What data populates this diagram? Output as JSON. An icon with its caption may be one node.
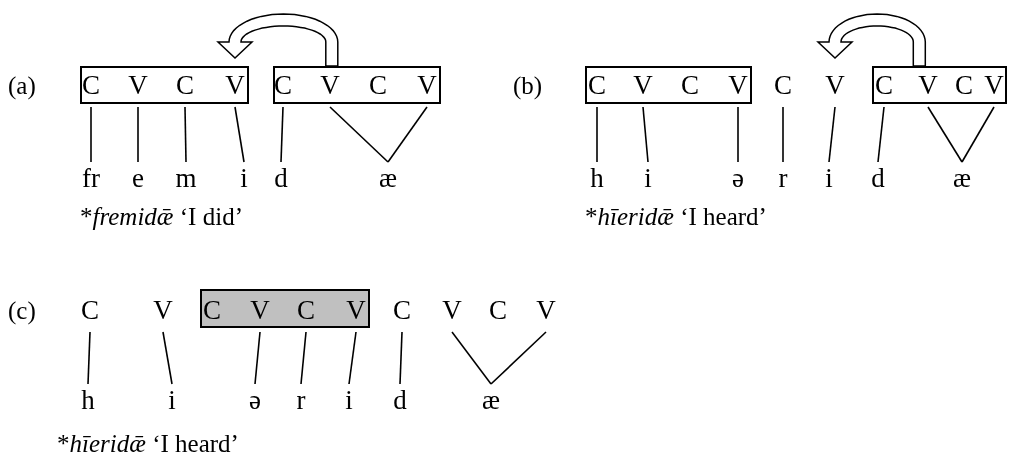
{
  "diagram": {
    "nodes": [
      {
        "text": [],
        "shape": "box"
      },
      {
        "text": [
          "C"
        ],
        "in": 0
      },
      {
        "text": [
          "V"
        ],
        "in": 0
      },
      {
        "text": [
          "C"
        ],
        "in": 0
      },
      {
        "text": [
          "V"
        ],
        "in": 0
      },
      {
        "text": [],
        "shape": "box"
      },
      {
        "text": [
          "C"
        ],
        "in": 5
      },
      {
        "text": [
          "V"
        ],
        "in": 5
      },
      {
        "text": [
          "C"
        ],
        "in": 5
      },
      {
        "text": [
          "V"
        ],
        "in": 5
      },
      {
        "text": [
          "fr"
        ]
      },
      {
        "text": [
          "e"
        ]
      },
      {
        "text": [
          "m"
        ]
      },
      {
        "text": [
          "i"
        ]
      },
      {
        "text": [
          "d"
        ]
      },
      {
        "text": [
          "æ"
        ]
      },
      {
        "text": [],
        "shape": "box"
      },
      {
        "text": [
          "C"
        ],
        "in": 16
      },
      {
        "text": [
          "V"
        ],
        "in": 16
      },
      {
        "text": [
          "C"
        ],
        "in": 16
      },
      {
        "text": [
          "V"
        ],
        "in": 16
      },
      {
        "text": [
          "C"
        ]
      },
      {
        "text": [
          "V"
        ]
      },
      {
        "text": [],
        "shape": "box"
      },
      {
        "text": [
          "C"
        ],
        "in": 23
      },
      {
        "text": [
          "V"
        ],
        "in": 23
      },
      {
        "text": [
          "C"
        ],
        "in": 23
      },
      {
        "text": [
          "V"
        ],
        "in": 23
      },
      {
        "text": [
          "h"
        ]
      },
      {
        "text": [
          "i"
        ]
      },
      {
        "text": [
          "ə"
        ]
      },
      {
        "text": [
          "r"
        ]
      },
      {
        "text": [
          "i"
        ]
      },
      {
        "text": [
          "d"
        ]
      },
      {
        "text": [
          "æ"
        ]
      },
      {
        "text": [
          "C"
        ]
      },
      {
        "text": [
          "V"
        ]
      },
      {
        "text": [],
        "shape": "box"
      },
      {
        "text": [
          "C"
        ],
        "in": 37
      },
      {
        "text": [
          "V"
        ],
        "in": 37
      },
      {
        "text": [
          "C"
        ],
        "in": 37
      },
      {
        "text": [
          "V"
        ],
        "in": 37
      },
      {
        "text": [
          "C"
        ]
      },
      {
        "text": [
          "V"
        ]
      },
      {
        "text": [
          "C"
        ]
      },
      {
        "text": [
          "V"
        ]
      },
      {
        "text": [
          "h"
        ]
      },
      {
        "text": [
          "i"
        ]
      },
      {
        "text": [
          "ə"
        ]
      },
      {
        "text": [
          "r"
        ]
      },
      {
        "text": [
          "i"
        ]
      },
      {
        "text": [
          "d"
        ]
      },
      {
        "text": [
          "æ"
        ]
      }
    ],
    "edges": [
      {
        "from": 1,
        "to": 10,
        "arrow": "none"
      },
      {
        "from": 2,
        "to": 11,
        "arrow": "none"
      },
      {
        "from": 3,
        "to": 12,
        "arrow": "none"
      },
      {
        "from": 4,
        "to": 13,
        "arrow": "none"
      },
      {
        "from": 6,
        "to": 14,
        "arrow": "none"
      },
      {
        "from": 7,
        "to": 15,
        "arrow": "none"
      },
      {
        "from": 9,
        "to": 15,
        "arrow": "none"
      },
      {
        "from": 5,
        "to": 4,
        "arrow": "to",
        "style": "thick"
      },
      {
        "from": 17,
        "to": 28,
        "arrow": "none"
      },
      {
        "from": 18,
        "to": 29,
        "arrow": "none"
      },
      {
        "from": 20,
        "to": 30,
        "arrow": "none"
      },
      {
        "from": 21,
        "to": 31,
        "arrow": "none"
      },
      {
        "from": 22,
        "to": 32,
        "arrow": "none"
      },
      {
        "from": 24,
        "to": 33,
        "arrow": "none"
      },
      {
        "from": 25,
        "to": 34,
        "arrow": "none"
      },
      {
        "from": 27,
        "to": 34,
        "arrow": "none"
      },
      {
        "from": 23,
        "to": 22,
        "arrow": "to",
        "style": "thick"
      },
      {
        "from": 35,
        "to": 46,
        "arrow": "none"
      },
      {
        "from": 36,
        "to": 47,
        "arrow": "none"
      },
      {
        "from": 39,
        "to": 48,
        "arrow": "none"
      },
      {
        "from": 40,
        "to": 49,
        "arrow": "none"
      },
      {
        "from": 41,
        "to": 50,
        "arrow": "none"
      },
      {
        "from": 42,
        "to": 51,
        "arrow": "none"
      },
      {
        "from": 43,
        "to": 52,
        "arrow": "none"
      },
      {
        "from": 45,
        "to": 52,
        "arrow": "none"
      }
    ],
    "labels": [
      "(a)",
      "(b)",
      "*fremidǣ ‘I did’",
      "*hīeridǣ ‘I heard’",
      "(c)",
      "*hīeridǣ ‘I heard’"
    ]
  }
}
